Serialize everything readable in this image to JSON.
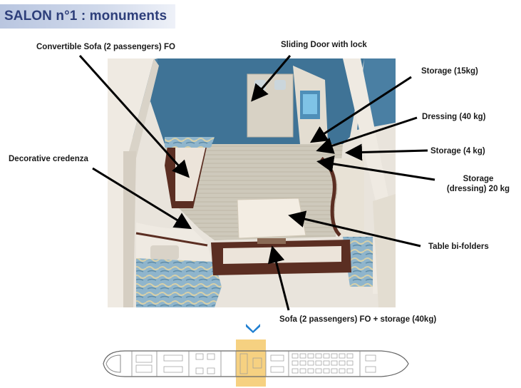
{
  "title": "SALON n°1 : monuments",
  "labels": {
    "convertible_sofa": "Convertible Sofa (2 passengers) FO",
    "sliding_door": "Sliding Door with lock",
    "storage_15": "Storage (15kg)",
    "dressing": "Dressing (40 kg)",
    "storage_4": "Storage (4 kg)",
    "storage_dressing_line1": "Storage",
    "storage_dressing_line2": "(dressing) 20 kg",
    "decorative_credenza": "Decorative credenza",
    "table": "Table bi-folders",
    "sofa_storage": "Sofa (2 passengers) FO + storage (40kg)"
  },
  "colors": {
    "title_text": "#2d3e7a",
    "wall_blue": "#3f7396",
    "floor": "#ccc7b8",
    "sofa_brown": "#5b2e22",
    "cushion": "#ece4da",
    "highlight": "#f5c96b",
    "marker": "#1f7fd1"
  },
  "icons": {
    "position_marker": "chevron-down-icon"
  }
}
